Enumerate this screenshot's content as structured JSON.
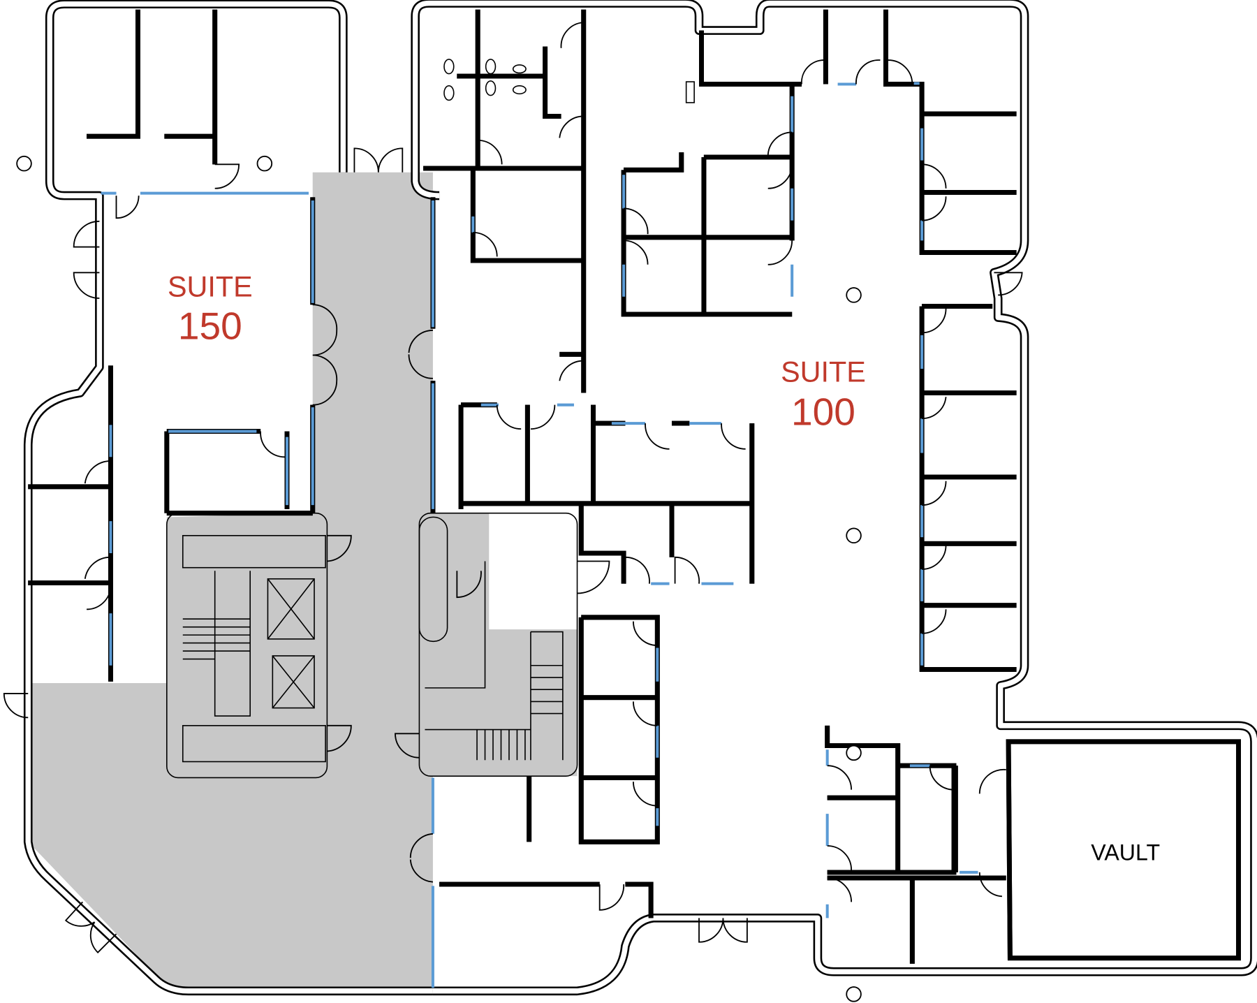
{
  "title": "Floor Plan",
  "suites": [
    {
      "name": "SUITE",
      "number": "150"
    },
    {
      "name": "SUITE",
      "number": "100"
    }
  ],
  "vault_label": "VAULT",
  "colors": {
    "suite_label": "#c0392b",
    "window": "#5b9bd5",
    "common_area": "#c8c8c8",
    "wall": "#000000"
  }
}
